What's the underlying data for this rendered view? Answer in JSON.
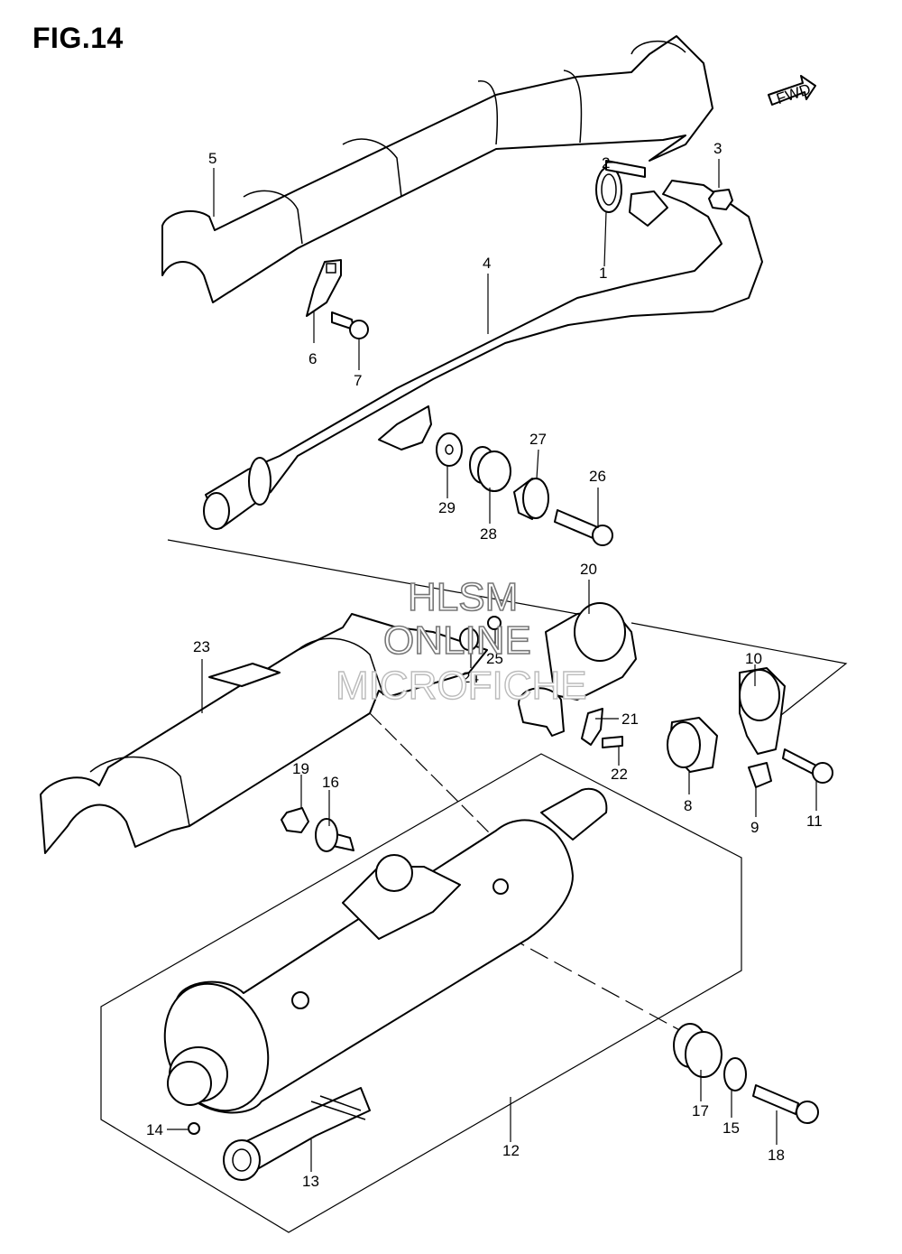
{
  "figure": {
    "title": "FIG.14",
    "direction_label": "FWD"
  },
  "watermark": {
    "line1": "HLSM",
    "line2": "ONLINE",
    "line3": "MICROFICHE"
  },
  "callouts": [
    "1",
    "2",
    "3",
    "4",
    "5",
    "6",
    "7",
    "8",
    "9",
    "10",
    "11",
    "12",
    "13",
    "14",
    "15",
    "16",
    "17",
    "18",
    "19",
    "20",
    "21",
    "22",
    "23",
    "24",
    "25",
    "26",
    "27",
    "28",
    "29"
  ]
}
